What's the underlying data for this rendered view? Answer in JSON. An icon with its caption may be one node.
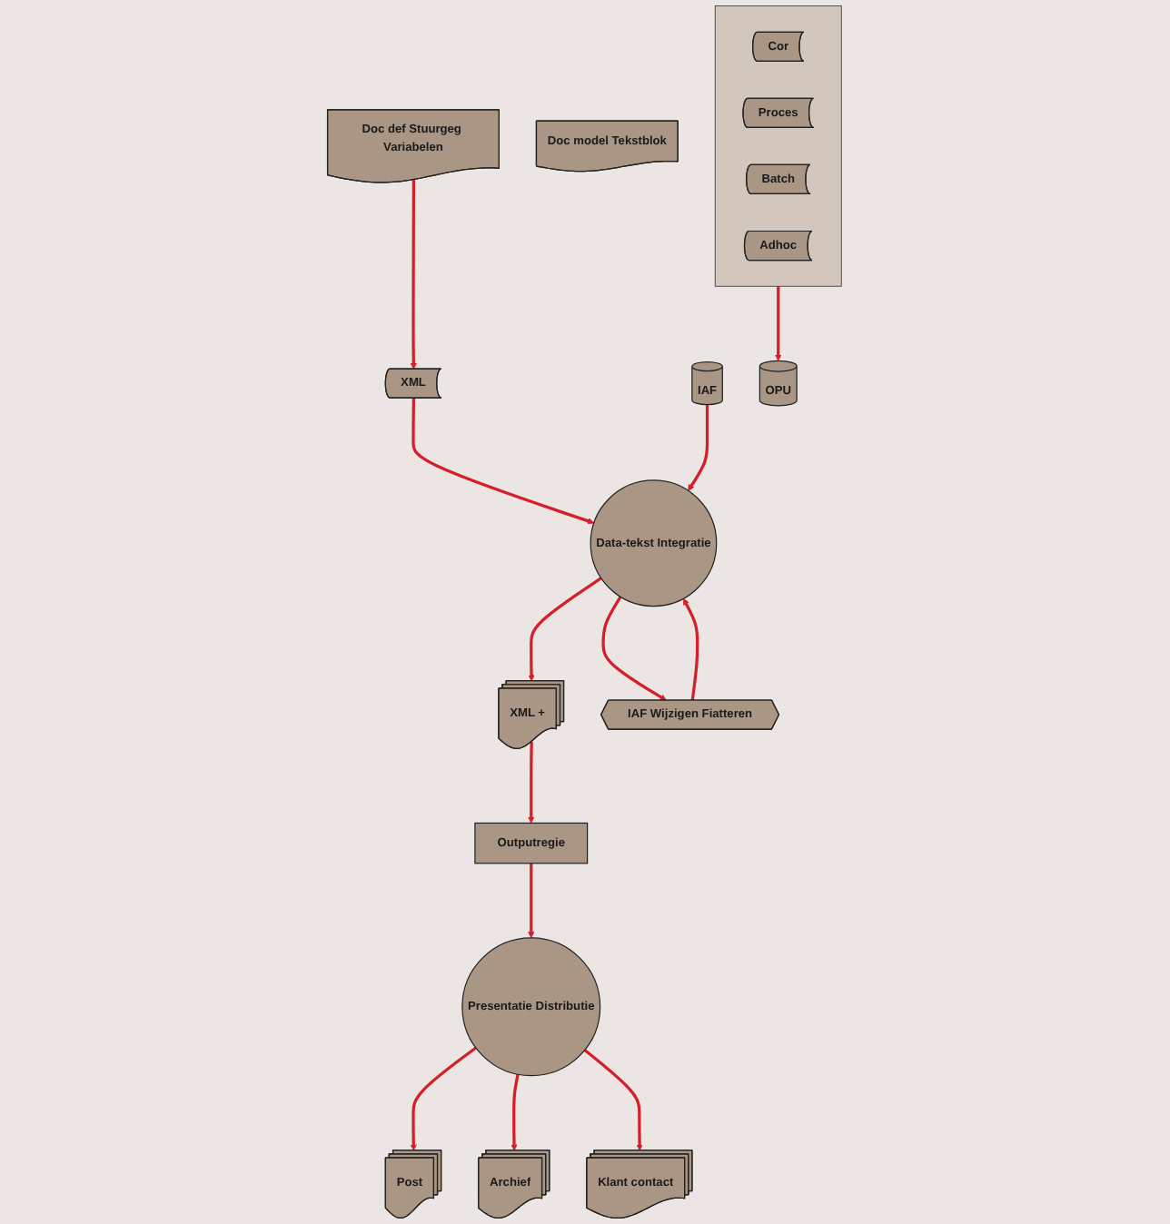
{
  "diagram": {
    "nodes": [
      {
        "text": [
          "XML"
        ]
      },
      {
        "text": [
          "Data-tekst Integratie"
        ]
      },
      {
        "text": [
          "IAF"
        ]
      },
      {
        "text": [
          "Doc model Tekstblok"
        ]
      },
      {
        "text": [
          "Doc def Stuurgeg Variabelen"
        ]
      },
      {
        "text": [
          "OPU"
        ]
      },
      {
        "text": [
          "XML +"
        ]
      },
      {
        "text": [
          "IAF Wijzigen Fiatteren"
        ]
      },
      {
        "text": [
          "Outputregie"
        ]
      },
      {
        "text": [],
        "shape": "box"
      },
      {
        "text": [
          "Cor"
        ],
        "in": 9
      },
      {
        "text": [
          "Proces"
        ],
        "in": 9
      },
      {
        "text": [
          "Batch"
        ],
        "in": 9
      },
      {
        "text": [
          "Adhoc"
        ],
        "in": 9
      },
      {
        "text": [
          "Presentatie Distributie"
        ]
      },
      {
        "text": [
          "Post"
        ]
      },
      {
        "text": [
          "Archief"
        ]
      },
      {
        "text": [
          "Klant contact"
        ]
      }
    ],
    "edges": [
      {
        "from": 4,
        "to": 0,
        "arrow": "to"
      },
      {
        "from": 0,
        "to": 1,
        "arrow": "to"
      },
      {
        "from": 2,
        "to": 1,
        "arrow": "to"
      },
      {
        "from": 1,
        "to": 7,
        "arrow": "to"
      },
      {
        "from": 7,
        "to": 1,
        "arrow": "to"
      },
      {
        "from": 1,
        "to": 6,
        "arrow": "to"
      },
      {
        "from": 9,
        "to": 5,
        "arrow": "to"
      },
      {
        "from": 6,
        "to": 8,
        "arrow": "to"
      },
      {
        "from": 8,
        "to": 14,
        "arrow": "to"
      },
      {
        "from": 14,
        "to": 15,
        "arrow": "to"
      },
      {
        "from": 14,
        "to": 16,
        "arrow": "to"
      },
      {
        "from": 14,
        "to": 17,
        "arrow": "to"
      }
    ]
  }
}
